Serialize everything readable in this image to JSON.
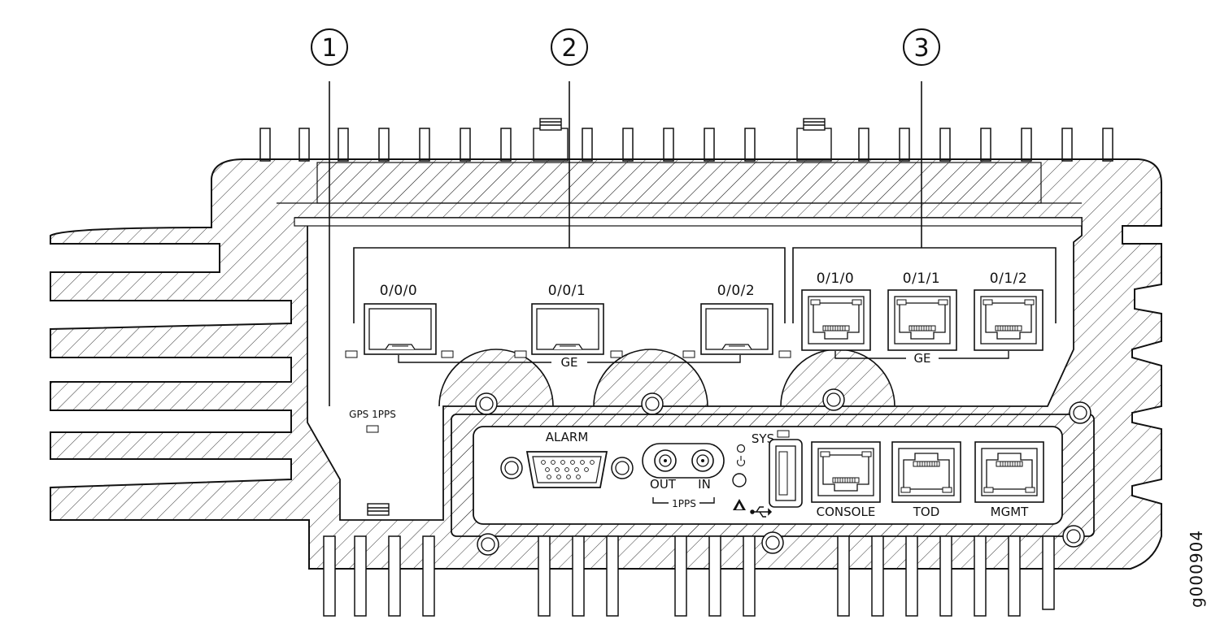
{
  "callouts": [
    "1",
    "2",
    "3"
  ],
  "sfp_ports": [
    "0/0/0",
    "0/0/1",
    "0/0/2"
  ],
  "sfp_group_label": "GE",
  "rj45_ports": [
    "0/1/0",
    "0/1/1",
    "0/1/2"
  ],
  "rj45_group_label": "GE",
  "gps_led_label": "GPS 1PPS",
  "alarm_label": "ALARM",
  "pps_out_label": "OUT",
  "pps_in_label": "IN",
  "pps_group_label": "1PPS",
  "sys_label": "SYS",
  "console_label": "CONSOLE",
  "tod_label": "TOD",
  "mgmt_label": "MGMT",
  "figure_id": "g000904"
}
